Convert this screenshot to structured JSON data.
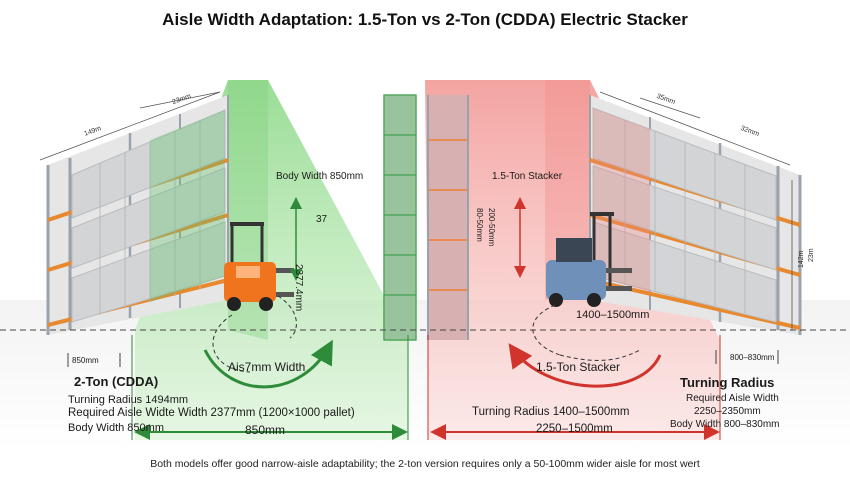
{
  "title": "Aisle Width Adaptation: 1.5-Ton vs 2-Ton (CDDA) Electric Stacker",
  "left": {
    "rack_dims": {
      "top": "23mm",
      "side": "149m"
    },
    "body_width_top": "Body Width 850mm",
    "height_label_a": "37",
    "height_label_b": "2377.4mm",
    "side_width": "850mm",
    "arrow_label": "Ais7mm Width",
    "model": "2-Ton (CDDA)",
    "turning_radius": "Turning Radius 1494mm",
    "required_aisle": "Required Aisle Widte Width 2377mm (1200×1000 pallet)",
    "body_width": "Body Width 850mm",
    "bottom_dim": "850mm",
    "truck_color": "#f0731e"
  },
  "right": {
    "rack_dims": {
      "top": "35mm",
      "side": "32mm",
      "height_a": "142m",
      "height_b": "23m"
    },
    "stacker_top": "1.5-Ton Stacker",
    "height_label_a": "200-50mm",
    "height_label_b": "80-50mm",
    "radius_mid": "1400–1500mm",
    "arrow_label": "1.5-Ton Stacker",
    "side_width": "800–830mm",
    "turning_radius_heading": "Turning Radius",
    "required_aisle_label": "Required Aisle Width",
    "required_aisle_value": "2250–2350mm",
    "body_width": "Body Width 800–830mm",
    "turning_radius_center": "Turning Radius 1400–1500mm",
    "bottom_dim": "2250–1500mm",
    "truck_color": "#6f90b8"
  },
  "colors": {
    "green_aisle": "#a9e3a1",
    "red_aisle": "#f6b3b0",
    "green_arrow": "#2e8b3a",
    "red_arrow": "#d0342c",
    "rack_orange": "#e8892f"
  },
  "footer": "Both models offer good narrow-aisle adaptability; the 2-ton version requires only a 50-100mm wider aisle for most wert"
}
